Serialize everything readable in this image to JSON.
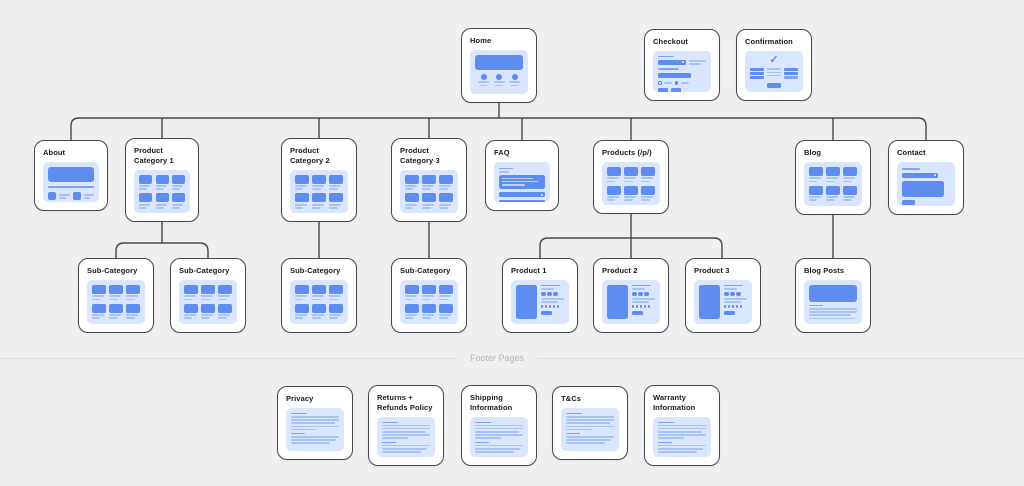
{
  "sitemap": {
    "divider_label": "Footer Pages",
    "colors": {
      "background": "#efeff0",
      "card_background": "#ffffff",
      "card_border": "#45484d",
      "thumbnail_background": "#dae6fd",
      "primary_blue": "#5e8cf0",
      "light_blue": "#a6c3f8",
      "connector": "#45484d",
      "divider_text": "#b3b4b6"
    },
    "nodes": {
      "home": {
        "label": "Home"
      },
      "checkout": {
        "label": "Checkout"
      },
      "confirmation": {
        "label": "Confirmation"
      },
      "about": {
        "label": "About"
      },
      "product_category_1": {
        "label": "Product Category 1"
      },
      "product_category_2": {
        "label": "Product Category 2"
      },
      "product_category_3": {
        "label": "Product Category 3"
      },
      "faq": {
        "label": "FAQ"
      },
      "products": {
        "label": "Products (/p/)"
      },
      "blog": {
        "label": "Blog"
      },
      "contact": {
        "label": "Contact"
      },
      "sub_category_1": {
        "label": "Sub-Category"
      },
      "sub_category_2": {
        "label": "Sub-Category"
      },
      "sub_category_3": {
        "label": "Sub-Category"
      },
      "sub_category_4": {
        "label": "Sub-Category"
      },
      "product_1": {
        "label": "Product 1"
      },
      "product_2": {
        "label": "Product 2"
      },
      "product_3": {
        "label": "Product 3"
      },
      "blog_posts": {
        "label": "Blog Posts"
      },
      "privacy": {
        "label": "Privacy"
      },
      "returns_refunds": {
        "label": "Returns + Refunds Policy"
      },
      "shipping_information": {
        "label": "Shipping Information"
      },
      "tcs": {
        "label": "T&Cs"
      },
      "warranty_information": {
        "label": "Warranty Information"
      }
    },
    "structure": {
      "home_children": [
        "About",
        "Product Category 1",
        "Product Category 2",
        "Product Category 3",
        "FAQ",
        "Products (/p/)",
        "Blog",
        "Contact"
      ],
      "product_category_1_children": [
        "Sub-Category",
        "Sub-Category"
      ],
      "product_category_2_children": [
        "Sub-Category"
      ],
      "product_category_3_children": [
        "Sub-Category"
      ],
      "products_children": [
        "Product 1",
        "Product 2",
        "Product 3"
      ],
      "blog_children": [
        "Blog Posts"
      ],
      "standalone_pages": [
        "Checkout",
        "Confirmation"
      ],
      "footer_pages": [
        "Privacy",
        "Returns + Refunds Policy",
        "Shipping Information",
        "T&Cs",
        "Warranty Information"
      ]
    }
  }
}
